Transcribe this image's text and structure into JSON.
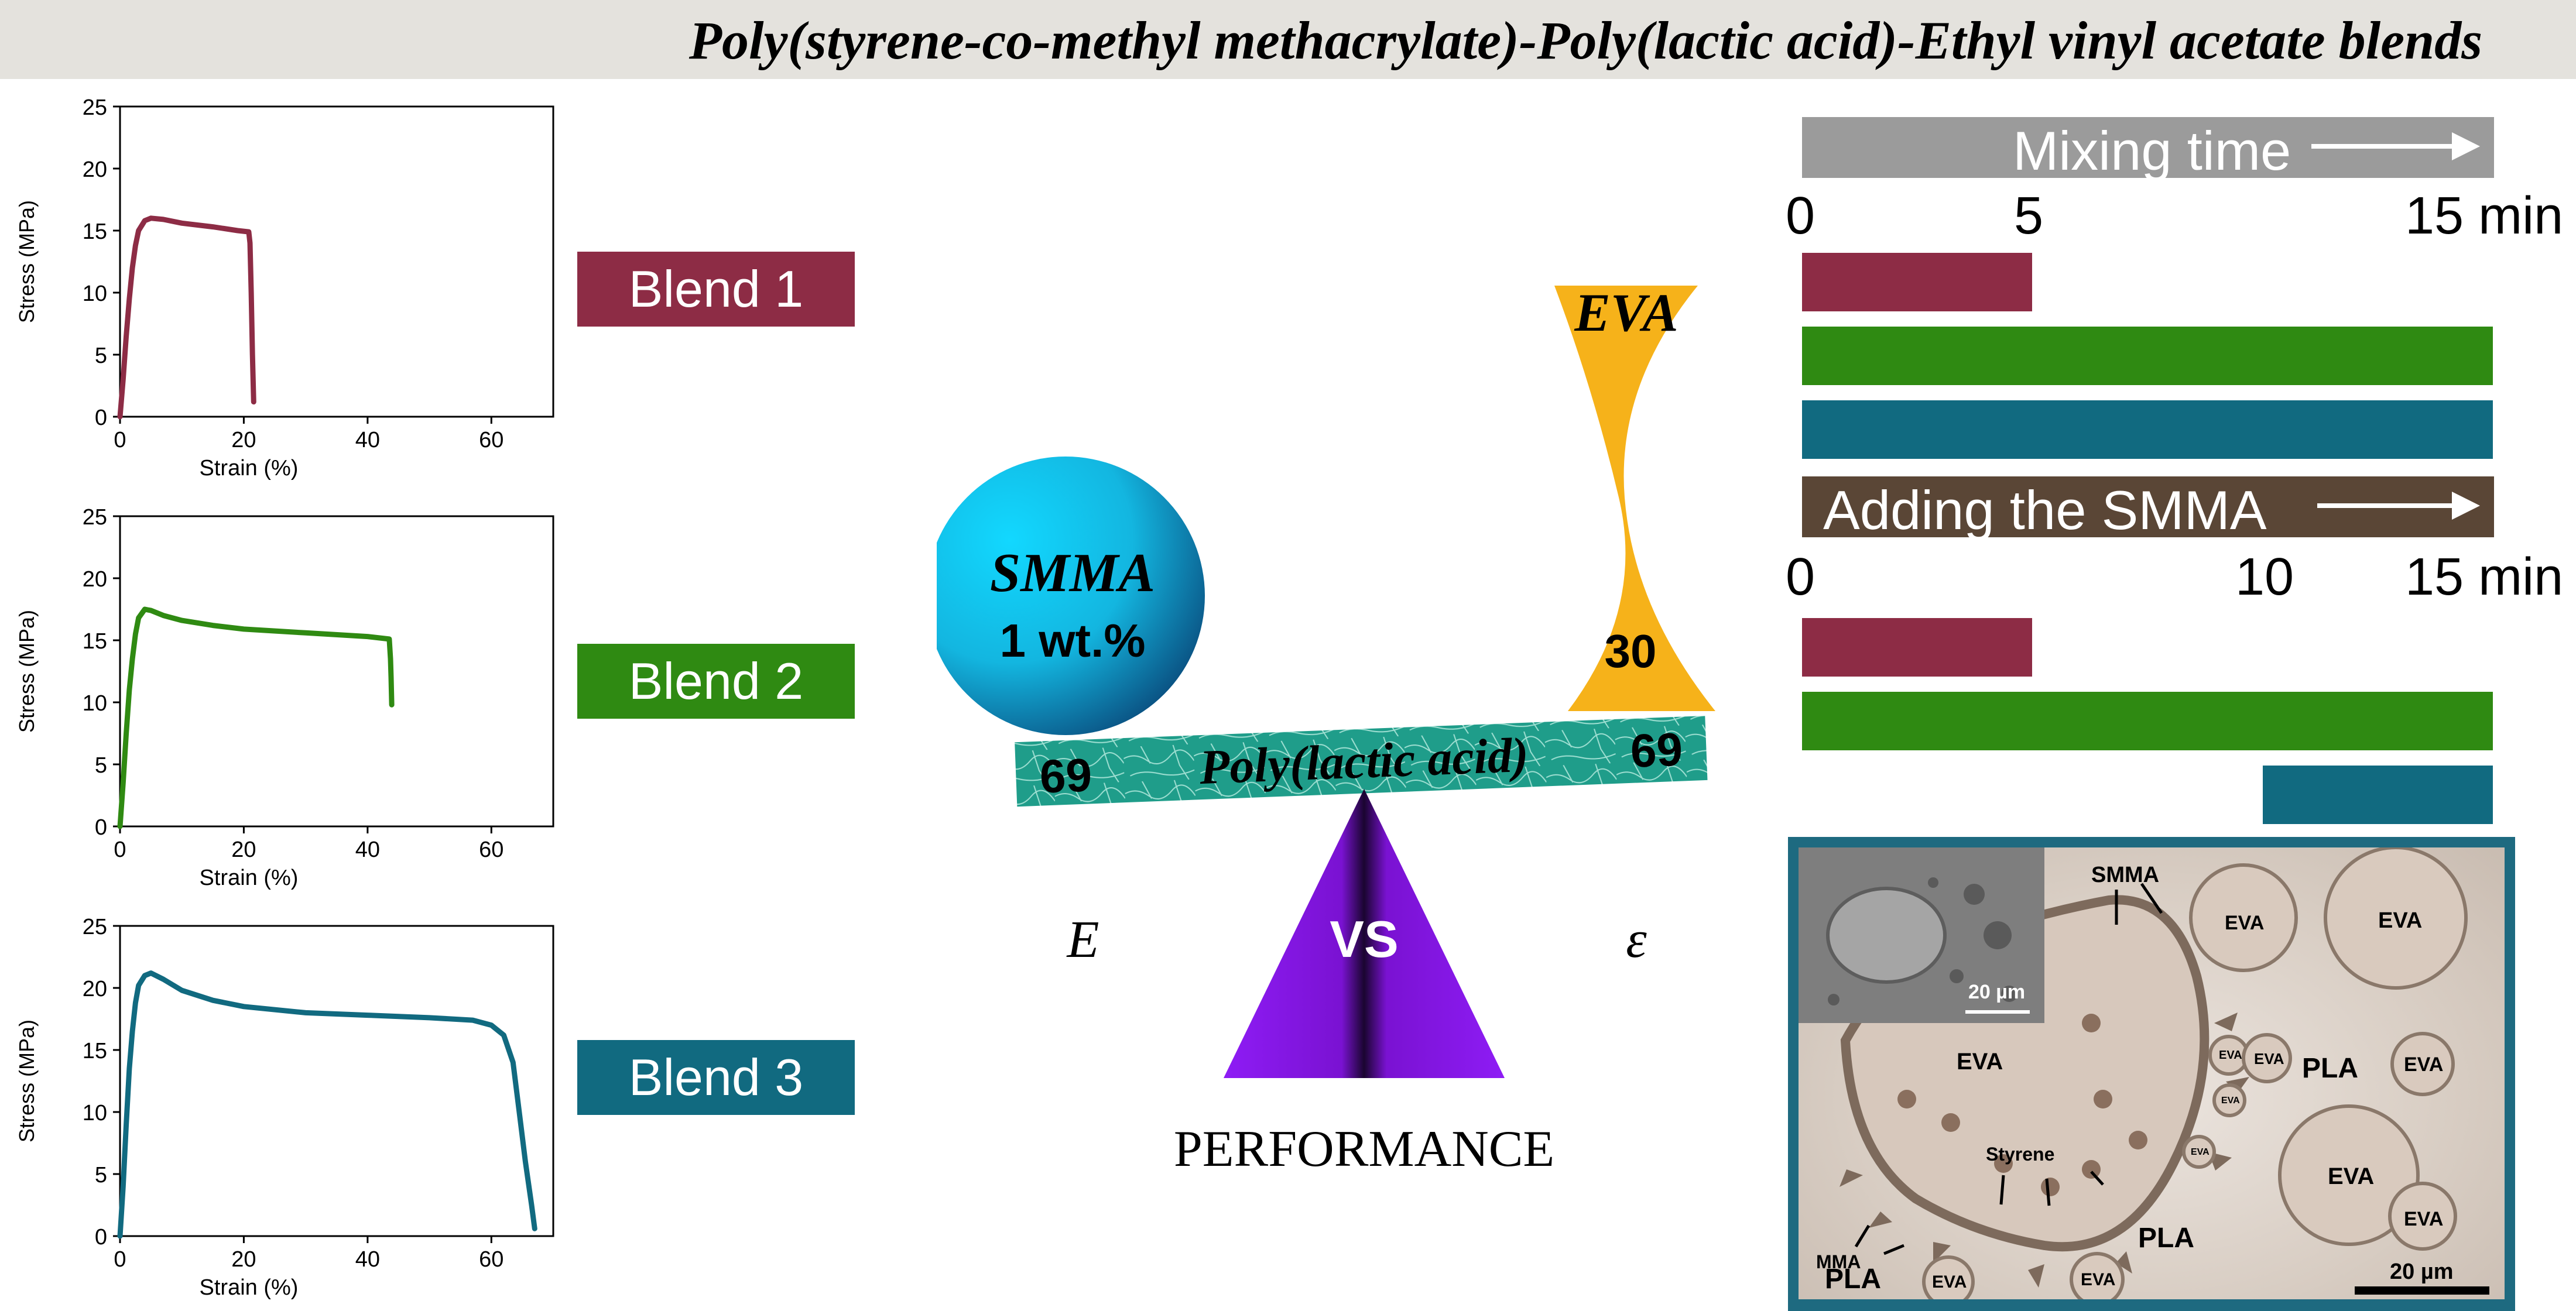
{
  "title": "Poly(styrene-co-methyl methacrylate)-Poly(lactic acid)-Ethyl vinyl acetate blends",
  "colors": {
    "blend1": "#8d2c45",
    "blend2": "#2f8a12",
    "blend3": "#116a80",
    "mixing_bar": "#9b9b9b",
    "adding_bar": "#5a4636",
    "eva_gold": "#f6b21a",
    "pla_teal": "#1f9d8a",
    "vs_purple": "#8a1ae6",
    "smma_cyan": "#16c8f0"
  },
  "charts": [
    {
      "type": "line",
      "series_color": "#8d2c45",
      "xlabel": "Strain (%)",
      "ylabel": "Stress (MPa)",
      "xlim": [
        0,
        70
      ],
      "ylim": [
        0,
        25
      ],
      "xticks": [
        "0",
        "20",
        "40",
        "60"
      ],
      "yticks": [
        "0",
        "5",
        "10",
        "15",
        "20",
        "25"
      ],
      "points": [
        [
          0,
          0
        ],
        [
          0.5,
          3
        ],
        [
          1,
          6.5
        ],
        [
          1.5,
          9.5
        ],
        [
          2,
          12
        ],
        [
          2.5,
          13.8
        ],
        [
          3,
          15
        ],
        [
          4,
          15.8
        ],
        [
          5,
          16
        ],
        [
          7,
          15.9
        ],
        [
          10,
          15.6
        ],
        [
          15,
          15.3
        ],
        [
          19,
          15
        ],
        [
          20.8,
          14.9
        ],
        [
          21,
          14
        ],
        [
          21.2,
          10
        ],
        [
          21.4,
          5
        ],
        [
          21.6,
          1.2
        ]
      ]
    },
    {
      "type": "line",
      "series_color": "#2f8a12",
      "xlabel": "Strain (%)",
      "ylabel": "Stress (MPa)",
      "xlim": [
        0,
        70
      ],
      "ylim": [
        0,
        25
      ],
      "xticks": [
        "0",
        "20",
        "40",
        "60"
      ],
      "yticks": [
        "0",
        "5",
        "10",
        "15",
        "20",
        "25"
      ],
      "points": [
        [
          0,
          0
        ],
        [
          0.5,
          3.5
        ],
        [
          1,
          7.5
        ],
        [
          1.5,
          11
        ],
        [
          2,
          13.5
        ],
        [
          2.5,
          15.5
        ],
        [
          3,
          16.8
        ],
        [
          4,
          17.5
        ],
        [
          5,
          17.4
        ],
        [
          7,
          17
        ],
        [
          10,
          16.6
        ],
        [
          15,
          16.2
        ],
        [
          20,
          15.9
        ],
        [
          30,
          15.6
        ],
        [
          40,
          15.3
        ],
        [
          43.5,
          15.1
        ],
        [
          43.7,
          13.5
        ],
        [
          43.8,
          12
        ],
        [
          43.9,
          9.8
        ]
      ]
    },
    {
      "type": "line",
      "series_color": "#116a80",
      "xlabel": "Strain (%)",
      "ylabel": "Stress (MPa)",
      "xlim": [
        0,
        70
      ],
      "ylim": [
        0,
        25
      ],
      "xticks": [
        "0",
        "20",
        "40",
        "60"
      ],
      "yticks": [
        "0",
        "5",
        "10",
        "15",
        "20",
        "25"
      ],
      "points": [
        [
          0,
          0
        ],
        [
          0.5,
          4
        ],
        [
          1,
          9
        ],
        [
          1.5,
          13.5
        ],
        [
          2,
          16.5
        ],
        [
          2.5,
          18.8
        ],
        [
          3,
          20.2
        ],
        [
          4,
          21
        ],
        [
          5,
          21.2
        ],
        [
          7,
          20.7
        ],
        [
          10,
          19.8
        ],
        [
          15,
          19
        ],
        [
          20,
          18.5
        ],
        [
          30,
          18
        ],
        [
          40,
          17.8
        ],
        [
          50,
          17.6
        ],
        [
          57,
          17.4
        ],
        [
          60,
          17
        ],
        [
          62,
          16.2
        ],
        [
          63.5,
          14
        ],
        [
          64.5,
          10
        ],
        [
          65.5,
          6
        ],
        [
          66.5,
          2.5
        ],
        [
          67,
          0.6
        ]
      ]
    }
  ],
  "blends": [
    {
      "label": "Blend 1",
      "color": "#8d2c45"
    },
    {
      "label": "Blend 2",
      "color": "#2f8a12"
    },
    {
      "label": "Blend 3",
      "color": "#116a80"
    }
  ],
  "center": {
    "smma_line1": "SMMA",
    "smma_line2": "1 wt.%",
    "eva": "EVA",
    "eva_value": "30",
    "pla": "Poly(lactic acid)",
    "pla_left": "69",
    "pla_right": "69",
    "vs": "VS",
    "e_symbol": "E",
    "eps_symbol": "ε",
    "performance": "PERFORMANCE"
  },
  "mixing": {
    "label": "Mixing time",
    "ticks": [
      "0",
      "5",
      "15 min"
    ],
    "tick_values": [
      0,
      5,
      15
    ],
    "bars": [
      {
        "blend": "Blend 1",
        "start": 0,
        "end": 5,
        "color": "#8d2c45"
      },
      {
        "blend": "Blend 2",
        "start": 0,
        "end": 15,
        "color": "#2f8a12"
      },
      {
        "blend": "Blend 3",
        "start": 0,
        "end": 15,
        "color": "#116a80"
      }
    ]
  },
  "adding": {
    "label": "Adding the SMMA",
    "ticks": [
      "0",
      "10",
      "15 min"
    ],
    "tick_values": [
      0,
      10,
      15
    ],
    "bars": [
      {
        "blend": "Blend 1",
        "start": 0,
        "end": 5,
        "color": "#8d2c45"
      },
      {
        "blend": "Blend 2",
        "start": 0,
        "end": 15,
        "color": "#2f8a12"
      },
      {
        "blend": "Blend 3",
        "start": 10,
        "end": 15,
        "color": "#116a80"
      }
    ]
  },
  "sem": {
    "eva": "EVA",
    "pla": "PLA",
    "smma": "SMMA",
    "styrene": "Styrene",
    "mma": "MMA",
    "inset_scale": "20 µm",
    "scale": "20 µm"
  }
}
